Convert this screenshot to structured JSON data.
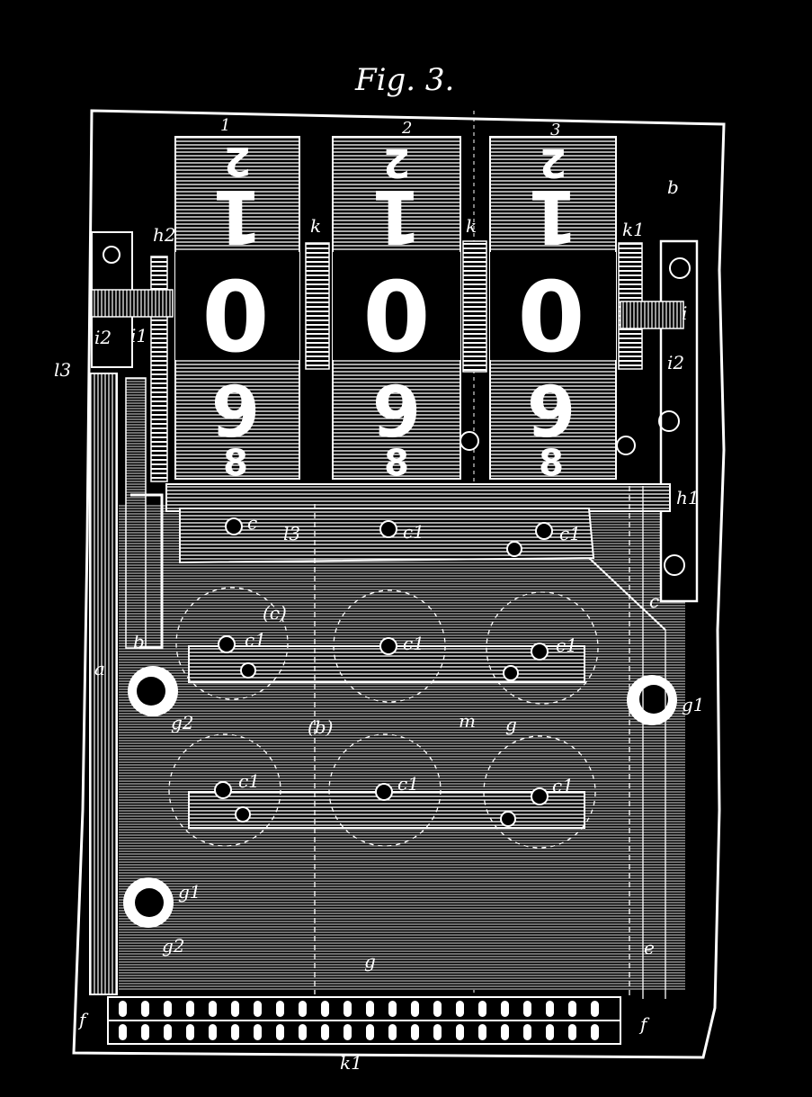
{
  "figure": {
    "title": "Fig. 3."
  },
  "wheels": [
    {
      "number": "1",
      "digits": [
        "2",
        "1",
        "0",
        "9",
        "8"
      ]
    },
    {
      "number": "2",
      "digits": [
        "2",
        "1",
        "0",
        "9",
        "8"
      ]
    },
    {
      "number": "3",
      "digits": [
        "2",
        "1",
        "0",
        "9",
        "8"
      ]
    }
  ],
  "labels": {
    "h2": "h2",
    "k_a": "k",
    "k_b": "k",
    "k1_top": "k1",
    "b_tr": "b",
    "i2_left": "i2",
    "i1_left": "i1",
    "l3_left": "l3",
    "i2_right": "i2",
    "i_right": "i",
    "h1_right": "h1",
    "l3_mid": "l3",
    "c_top1": "c",
    "c_top2": "c1",
    "c_top3": "c1",
    "c_mid1": "c1",
    "c_mid2": "c1",
    "c_mid3": "c1",
    "c_bot1": "c1",
    "c_bot2": "c1",
    "c_bot3": "c1",
    "c_paren": "(c)",
    "b_left": "b",
    "a_left": "a",
    "g2_left_mid": "g2",
    "g1_right": "g1",
    "b_paren": "(b)",
    "m_mid": "m",
    "g_mid": "g",
    "g1_left_bot": "g1",
    "g2_left_bot": "g2",
    "g_bottom": "g",
    "e_right": "e",
    "c_right": "c",
    "f_left": "f",
    "f_right": "f",
    "k1_bottom": "k1"
  },
  "colors": {
    "background": "#000000",
    "ink": "#ffffff"
  }
}
